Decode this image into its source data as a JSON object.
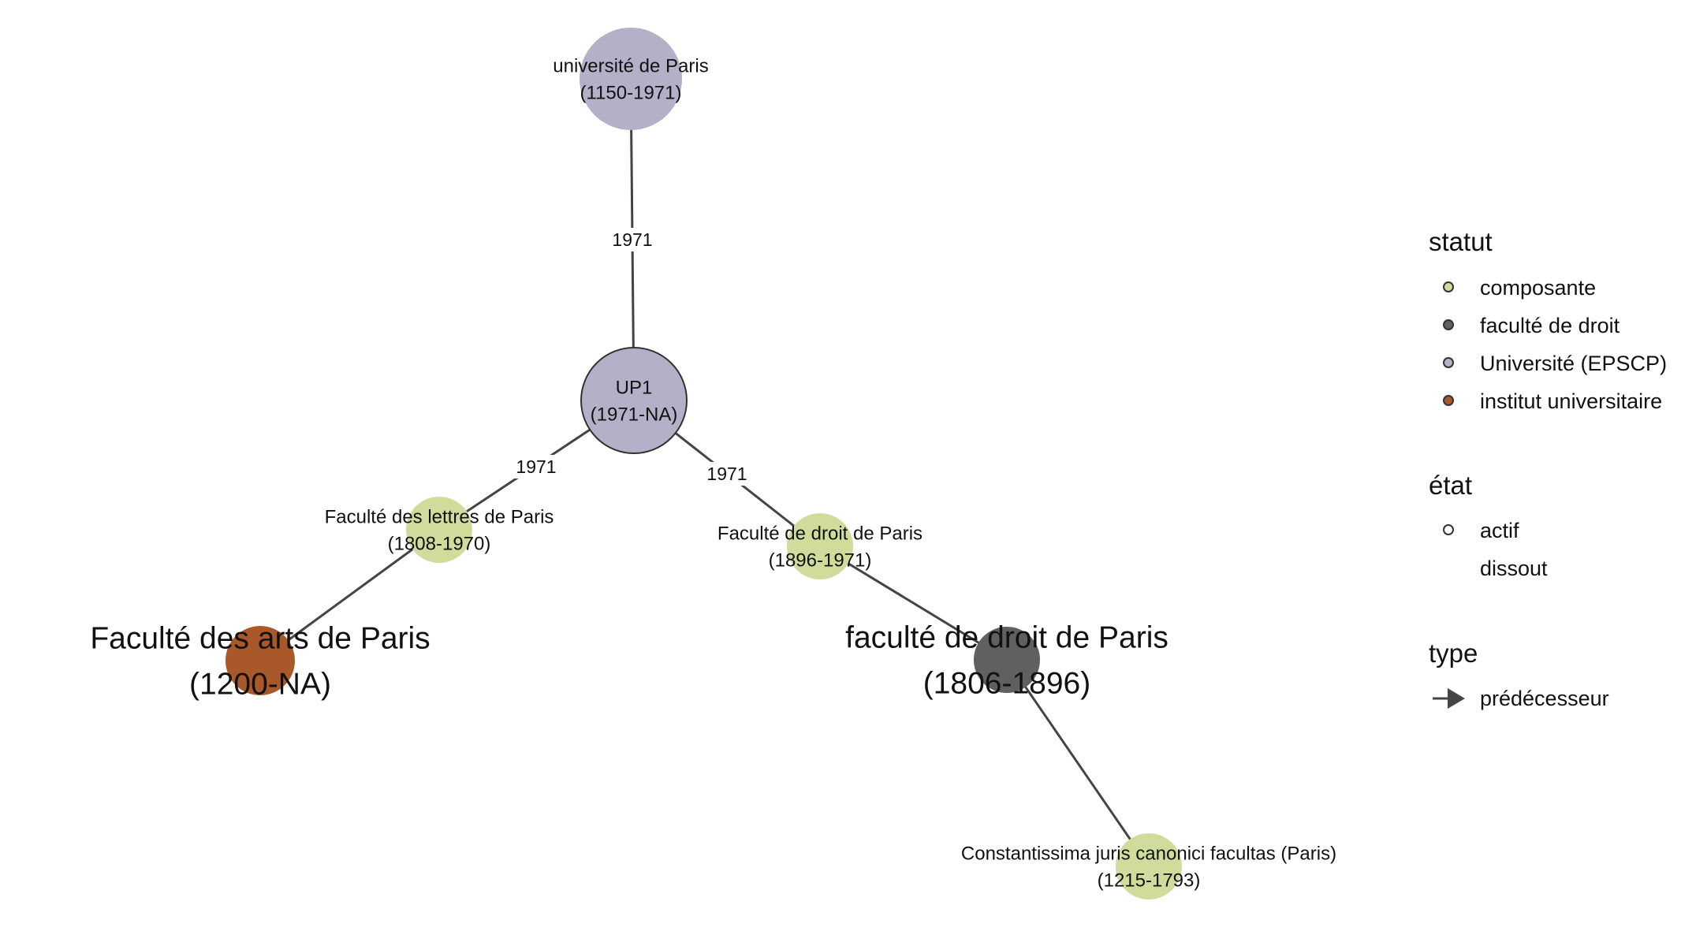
{
  "diagram": {
    "nodes": [
      {
        "id": "univ-paris",
        "name": "université de Paris",
        "dates": "(1150-1971)",
        "statut": "Université (EPSCP)",
        "etat": "dissout",
        "size": "medium"
      },
      {
        "id": "up1",
        "name": "UP1",
        "dates": "(1971-NA)",
        "statut": "Université (EPSCP)",
        "etat": "actif",
        "size": "medium"
      },
      {
        "id": "lettres",
        "name": "Faculté des lettres de Paris",
        "dates": "(1808-1970)",
        "statut": "composante",
        "etat": "dissout",
        "size": "small"
      },
      {
        "id": "droit-1896",
        "name": "Faculté de droit de Paris",
        "dates": "(1896-1971)",
        "statut": "composante",
        "etat": "dissout",
        "size": "small"
      },
      {
        "id": "arts",
        "name": "Faculté des arts de Paris",
        "dates": "(1200-NA)",
        "statut": "institut universitaire",
        "etat": "dissout",
        "size": "large"
      },
      {
        "id": "droit-1806",
        "name": "faculté de droit de Paris",
        "dates": "(1806-1896)",
        "statut": "faculté de droit",
        "etat": "dissout",
        "size": "large"
      },
      {
        "id": "canonici",
        "name": "Constantissima juris canonici facultas (Paris)",
        "dates": "(1215-1793)",
        "statut": "composante",
        "etat": "dissout",
        "size": "small"
      }
    ],
    "edges": [
      {
        "from": "univ-paris",
        "to": "up1",
        "label": "1971",
        "type": "prédécesseur"
      },
      {
        "from": "up1",
        "to": "lettres",
        "label": "1971",
        "type": "prédécesseur"
      },
      {
        "from": "up1",
        "to": "droit-1896",
        "label": "1971",
        "type": "prédécesseur"
      },
      {
        "from": "lettres",
        "to": "arts",
        "label": "",
        "type": "prédécesseur"
      },
      {
        "from": "droit-1896",
        "to": "droit-1806",
        "label": "",
        "type": "prédécesseur"
      },
      {
        "from": "droit-1806",
        "to": "canonici",
        "label": "",
        "type": "prédécesseur"
      }
    ]
  },
  "legend": {
    "statut": {
      "title": "statut",
      "items": [
        {
          "label": "composante",
          "color": "#cfdc9c"
        },
        {
          "label": "faculté de droit",
          "color": "#606060"
        },
        {
          "label": "Université (EPSCP)",
          "color": "#b3b0c8"
        },
        {
          "label": "institut universitaire",
          "color": "#a9582a"
        }
      ]
    },
    "etat": {
      "title": "état",
      "items": [
        {
          "label": "actif",
          "outlined": true
        },
        {
          "label": "dissout",
          "outlined": false
        }
      ]
    },
    "type": {
      "title": "type",
      "items": [
        {
          "label": "prédécesseur",
          "icon": "arrow-right-icon"
        }
      ]
    }
  },
  "colors": {
    "edge": "#444444",
    "node_outline": "#333333"
  }
}
